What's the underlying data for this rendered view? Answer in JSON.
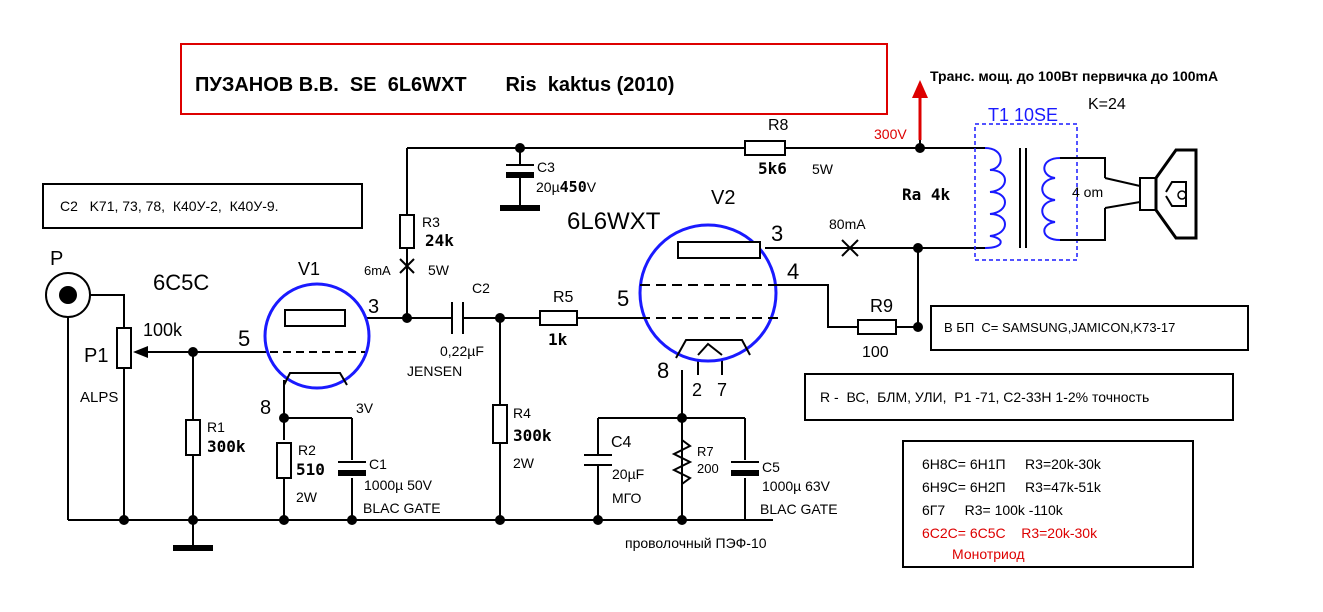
{
  "title": "ПУЗАНОВ В.В.  SE  6L6WXT       Ris  kaktus (2010)",
  "notes": {
    "caps": "C2   K71, 73, 78,  К40У-2,  К40У-9.",
    "psu": "В БП  C= SAMSUNG,JAMICON,K73-17",
    "resistors": "R -  ВС,  БЛМ, УЛИ,  Р1 -71, С2-33Н 1-2% точность",
    "transformer_note": "Транс. мощ. до 100Вт первичка до 100mA"
  },
  "subs": {
    "lines": [
      "6Н8С= 6Н1П     R3=20k-30k",
      "6Н9С= 6Н2П     R3=47k-51k",
      "6Г7     R3= 100k -110k"
    ],
    "red_line": "6С2С= 6С5С    R3=20k-30k",
    "red_sub": "Монотриод",
    "red_color": "#dd0000"
  },
  "labels": {
    "input": "P",
    "p1": "P1",
    "p1_value": "100k",
    "p1_make": "ALPS",
    "v1": "V1",
    "v1_type": "6C5C",
    "v2": "V2",
    "v2_type": "6L6WXT",
    "pin5_v1": "5",
    "pin3_v1": "3",
    "pin8_v1": "8",
    "pin5_v2": "5",
    "pin3_v2": "3",
    "pin4_v2": "4",
    "pin8_v2": "8",
    "pin2_v2": "2",
    "pin7_v2": "7",
    "r1": "R1",
    "r1_value": "300k",
    "r2": "R2",
    "r2_value": "510",
    "r2_power": "2W",
    "c1": "C1",
    "c1_value": "1000µ 50V",
    "c1_make": "BLAC GATE",
    "v1_bias": "3V",
    "r3": "R3",
    "r3_value": "24k",
    "r3_current": "6mA",
    "r3_power": "5W",
    "c2": "C2",
    "c2_value": "0,22µF",
    "c2_make": "JENSEN",
    "r4": "R4",
    "r4_value": "300k",
    "r4_power": "2W",
    "r5": "R5",
    "r5_value": "1k",
    "c3": "C3",
    "c3_value_a": "20µ",
    "c3_value_b": "450",
    "c3_value_c": "V",
    "r8": "R8",
    "r8_value": "5k6",
    "r8_power": "5W",
    "b_plus": "300V",
    "c4": "C4",
    "c4_value": "20µF",
    "c4_make": "МГО",
    "r7": "R7",
    "r7_value": "200",
    "r7_note": "проволочный ПЭФ-10",
    "c5": "C5",
    "c5_value": "1000µ 63V",
    "c5_make": "BLAC GATE",
    "anode_current": "80mA",
    "r9": "R9",
    "r9_value": "100",
    "t1": "T1  10SE",
    "t1_ratio": "K=24",
    "ra": "Ra  4k",
    "speaker_impedance": "4 om"
  },
  "colors": {
    "wire": "#000000",
    "red": "#dd0000",
    "blue": "#1a1aff"
  }
}
